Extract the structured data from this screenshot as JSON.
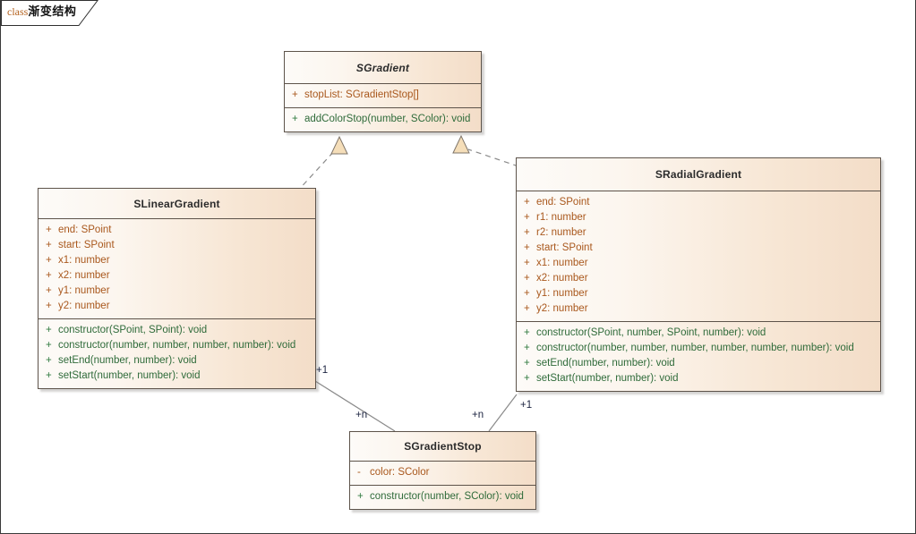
{
  "diagram": {
    "tab_keyword": "class",
    "tab_title": "渐变结构",
    "colors": {
      "box_border": "#5d534a",
      "box_fill_left": "#fdfbf8",
      "box_fill_right": "#f3ddc8",
      "attribute_text": "#a9581d",
      "method_text": "#2f6b3a",
      "title_text": "#2b2b2b",
      "keyword_text": "#b4621f",
      "connector": "#8a8a8a",
      "arrow_fill": "#f5deb9",
      "multiplicity_text": "#1b2340"
    }
  },
  "classes": [
    {
      "id": "sgradient",
      "name": "SGradient",
      "abstract": true,
      "attributes": [
        {
          "visibility": "+",
          "signature": "stopList: SGradientStop[]"
        }
      ],
      "methods": [
        {
          "visibility": "+",
          "signature": "addColorStop(number, SColor): void"
        }
      ]
    },
    {
      "id": "slineargradient",
      "name": "SLinearGradient",
      "abstract": false,
      "attributes": [
        {
          "visibility": "+",
          "signature": "end: SPoint"
        },
        {
          "visibility": "+",
          "signature": "start: SPoint"
        },
        {
          "visibility": "+",
          "signature": "x1: number"
        },
        {
          "visibility": "+",
          "signature": "x2: number"
        },
        {
          "visibility": "+",
          "signature": "y1: number"
        },
        {
          "visibility": "+",
          "signature": "y2: number"
        }
      ],
      "methods": [
        {
          "visibility": "+",
          "signature": "constructor(SPoint, SPoint): void"
        },
        {
          "visibility": "+",
          "signature": "constructor(number, number, number, number): void"
        },
        {
          "visibility": "+",
          "signature": "setEnd(number, number): void"
        },
        {
          "visibility": "+",
          "signature": "setStart(number, number): void"
        }
      ]
    },
    {
      "id": "sradialgradient",
      "name": "SRadialGradient",
      "abstract": false,
      "attributes": [
        {
          "visibility": "+",
          "signature": "end: SPoint"
        },
        {
          "visibility": "+",
          "signature": "r1: number"
        },
        {
          "visibility": "+",
          "signature": "r2: number"
        },
        {
          "visibility": "+",
          "signature": "start: SPoint"
        },
        {
          "visibility": "+",
          "signature": "x1: number"
        },
        {
          "visibility": "+",
          "signature": "x2: number"
        },
        {
          "visibility": "+",
          "signature": "y1: number"
        },
        {
          "visibility": "+",
          "signature": "y2: number"
        }
      ],
      "methods": [
        {
          "visibility": "+",
          "signature": "constructor(SPoint, number, SPoint, number): void"
        },
        {
          "visibility": "+",
          "signature": "constructor(number, number, number, number, number, number): void"
        },
        {
          "visibility": "+",
          "signature": "setEnd(number, number): void"
        },
        {
          "visibility": "+",
          "signature": "setStart(number, number): void"
        }
      ]
    },
    {
      "id": "sgradientstop",
      "name": "SGradientStop",
      "abstract": false,
      "attributes": [
        {
          "visibility": "-",
          "signature": "color: SColor"
        }
      ],
      "methods": [
        {
          "visibility": "+",
          "signature": "constructor(number, SColor): void"
        }
      ]
    }
  ],
  "relations": [
    {
      "id": "linear-realizes-gradient",
      "type": "realization",
      "from": "SLinearGradient",
      "to": "SGradient",
      "source_label": "",
      "target_label": ""
    },
    {
      "id": "radial-realizes-gradient",
      "type": "realization",
      "from": "SRadialGradient",
      "to": "SGradient",
      "source_label": "",
      "target_label": ""
    },
    {
      "id": "linear-uses-stop",
      "type": "association",
      "from": "SLinearGradient",
      "to": "SGradientStop",
      "source_label": "+1",
      "target_label": "+n"
    },
    {
      "id": "radial-uses-stop",
      "type": "association",
      "from": "SRadialGradient",
      "to": "SGradientStop",
      "source_label": "+1",
      "target_label": "+n"
    }
  ]
}
